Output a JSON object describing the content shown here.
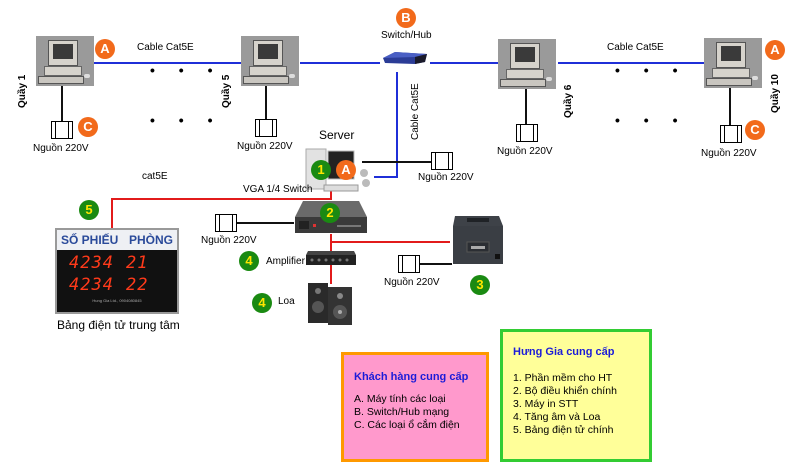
{
  "diagram": {
    "labels": {
      "cable_left": "Cable Cat5E",
      "cable_right": "Cable Cat5E",
      "cable_vertical": "Cable Cat5E",
      "switch_hub": "Switch/Hub",
      "server": "Server",
      "vga_switch": "VGA 1/4 Switch",
      "cat5e": "cat5E",
      "amplifier": "Amplifier",
      "speaker": "Loa",
      "display_board_caption": "Bảng điện tử trung tâm",
      "dots": "• • •"
    },
    "counters": [
      {
        "label": "Quầy 1"
      },
      {
        "label": "Quầy 5"
      },
      {
        "label": "Quầy 6"
      },
      {
        "label": "Quầy 10"
      }
    ],
    "power_label": "Nguồn 220V",
    "badges": {
      "A": "A",
      "B": "B",
      "C": "C",
      "n1": "1",
      "n2": "2",
      "n3": "3",
      "n4": "4",
      "n5": "5"
    },
    "display_board": {
      "header_left": "SỐ PHIẾU",
      "header_right": "PHÒNG",
      "rows": [
        {
          "ticket": "4234",
          "room": "21"
        },
        {
          "ticket": "4234",
          "room": "22"
        }
      ],
      "footer": "Hung Gia Ltd., 0904080845"
    },
    "colors": {
      "network_cable": "#1f2fd8",
      "video_cable": "#e21b1b",
      "badge_customer": "#f26a1b",
      "badge_vendor": "#1a8a12"
    }
  },
  "customer_box": {
    "title": "Khách hàng cung cấp",
    "items": [
      "A. Máy tính các loại",
      "B. Switch/Hub mạng",
      "C. Các loại ổ cắm điện"
    ],
    "bg": "#ff99cc",
    "border": "#ff9900"
  },
  "vendor_box": {
    "title": "Hưng Gia cung cấp",
    "items": [
      "1. Phần mềm cho HT",
      "2. Bộ điều khiển chính",
      "3. Máy in STT",
      "4. Tăng âm và Loa",
      "5. Bảng điện tử chính"
    ],
    "bg": "#ffff99",
    "border": "#33cc33"
  }
}
